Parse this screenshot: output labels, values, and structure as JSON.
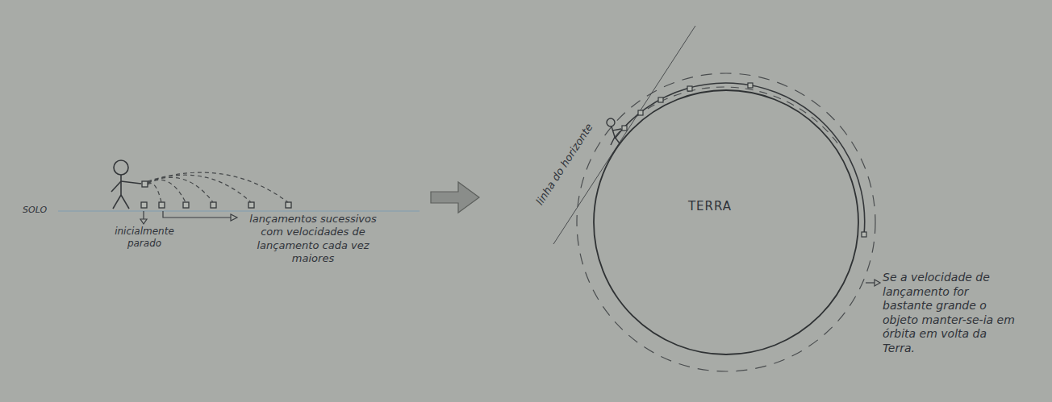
{
  "diagram": {
    "nodes": [
      {
        "text": [
          "TERRA"
        ]
      }
    ],
    "labels": [
      "SOLO",
      "inicialmente parado",
      "lançamentos sucessivos com velocidades de lançamento cada vez maiores",
      "linha do horizonte",
      "Se a velocidade de lançamento for bastante grande o objeto manter-se-ia em órbita em volta da Terra."
    ]
  }
}
